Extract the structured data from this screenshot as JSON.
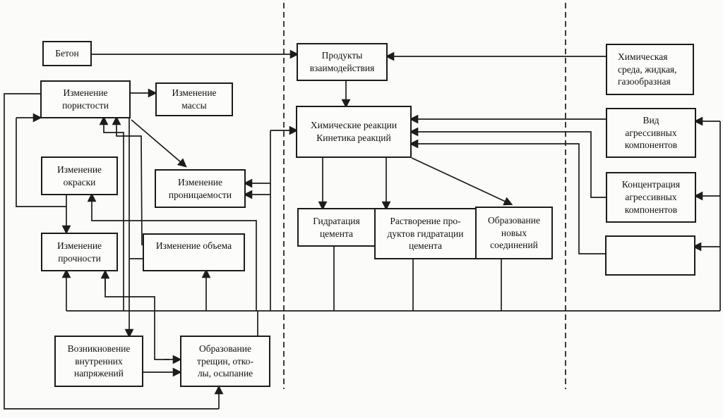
{
  "diagram": {
    "language": "ru",
    "boxes": {
      "beton": {
        "label": "Бетон"
      },
      "porosity": {
        "label": "Изменение\nпористости"
      },
      "mass": {
        "label": "Изменение\nмассы"
      },
      "color": {
        "label": "Изменение\nокраски"
      },
      "permeability": {
        "label": "Изменение\nпроницаемости"
      },
      "strength": {
        "label": "Изменение\nпрочности"
      },
      "volume": {
        "label": "Изменение объема"
      },
      "stress": {
        "label": "Возникновение\nвнутренних\nнапряжений"
      },
      "cracks": {
        "label": "Образование\nтрещин, отко-\nлы, осыпание"
      },
      "products": {
        "label": "Продукты\nвзаимодействия"
      },
      "reactions": {
        "label": "Химические реакции\nКинетика реакций"
      },
      "hydration": {
        "label": "Гидратация\nцемента"
      },
      "dissolution": {
        "label": "Растворение про-\nдуктов гидратации\nцемента"
      },
      "new_compounds": {
        "label": "Образование\nновых\nсоединений"
      },
      "environment": {
        "label": "Химическая\nсреда, жидкая,\nгазообразная"
      },
      "agg_type": {
        "label": "Вид\nагрессивных\nкомпонентов"
      },
      "agg_conc": {
        "label": "Концентрация\nагрессивных\nкомпонентов"
      },
      "empty_box": {
        "label": ""
      }
    },
    "connections": [
      {
        "from": "beton",
        "to": "products",
        "type": "arrow"
      },
      {
        "from": "environment",
        "to": "products",
        "type": "arrow"
      },
      {
        "from": "products",
        "to": "reactions",
        "type": "arrow"
      },
      {
        "from": "agg_type",
        "to": "reactions",
        "type": "arrow"
      },
      {
        "from": "agg_conc",
        "to": "reactions",
        "type": "arrow"
      },
      {
        "from": "empty_box",
        "to": "reactions",
        "type": "arrow"
      },
      {
        "from": "reactions",
        "to": "hydration",
        "type": "arrow"
      },
      {
        "from": "reactions",
        "to": "dissolution",
        "type": "arrow"
      },
      {
        "from": "reactions",
        "to": "new_compounds",
        "type": "arrow"
      },
      {
        "from": "reactions",
        "to": "permeability",
        "type": "double-arrow"
      },
      {
        "from": "hydration",
        "to": "feedback-bus",
        "type": "line"
      },
      {
        "from": "dissolution",
        "to": "feedback-bus",
        "type": "line"
      },
      {
        "from": "new_compounds",
        "to": "feedback-bus",
        "type": "line"
      },
      {
        "from": "feedback-bus",
        "to": "agg_type",
        "type": "arrow"
      },
      {
        "from": "feedback-bus",
        "to": "agg_conc",
        "type": "arrow"
      },
      {
        "from": "feedback-bus",
        "to": "empty_box",
        "type": "arrow"
      },
      {
        "from": "feedback-bus",
        "to": "strength",
        "type": "arrow"
      },
      {
        "from": "feedback-bus",
        "to": "volume",
        "type": "arrow"
      },
      {
        "from": "feedback-bus",
        "to": "color",
        "type": "arrow"
      },
      {
        "from": "feedback-bus",
        "to": "porosity",
        "type": "arrow"
      },
      {
        "from": "feedback-bus",
        "to": "cracks",
        "type": "line"
      },
      {
        "from": "porosity",
        "to": "mass",
        "type": "arrow"
      },
      {
        "from": "porosity",
        "to": "permeability",
        "type": "arrow"
      },
      {
        "from": "porosity",
        "to": "volume",
        "type": "line"
      },
      {
        "from": "porosity",
        "to": "stress",
        "type": "arrow"
      },
      {
        "from": "volume",
        "to": "stress",
        "type": "arrow"
      },
      {
        "from": "stress",
        "to": "cracks",
        "type": "arrow"
      },
      {
        "from": "strength",
        "to": "cracks",
        "type": "double-arrow"
      },
      {
        "from": "color",
        "to": "strength",
        "type": "arrow"
      },
      {
        "from": "porosity",
        "to": "strength",
        "type": "double-arrow"
      },
      {
        "from": "porosity",
        "to": "cracks",
        "type": "arrow-outer-loop"
      }
    ],
    "colors": {
      "line": "#1c1c1c",
      "box_background": "#fcfcfa",
      "page_background": "#fbfbf9"
    }
  }
}
